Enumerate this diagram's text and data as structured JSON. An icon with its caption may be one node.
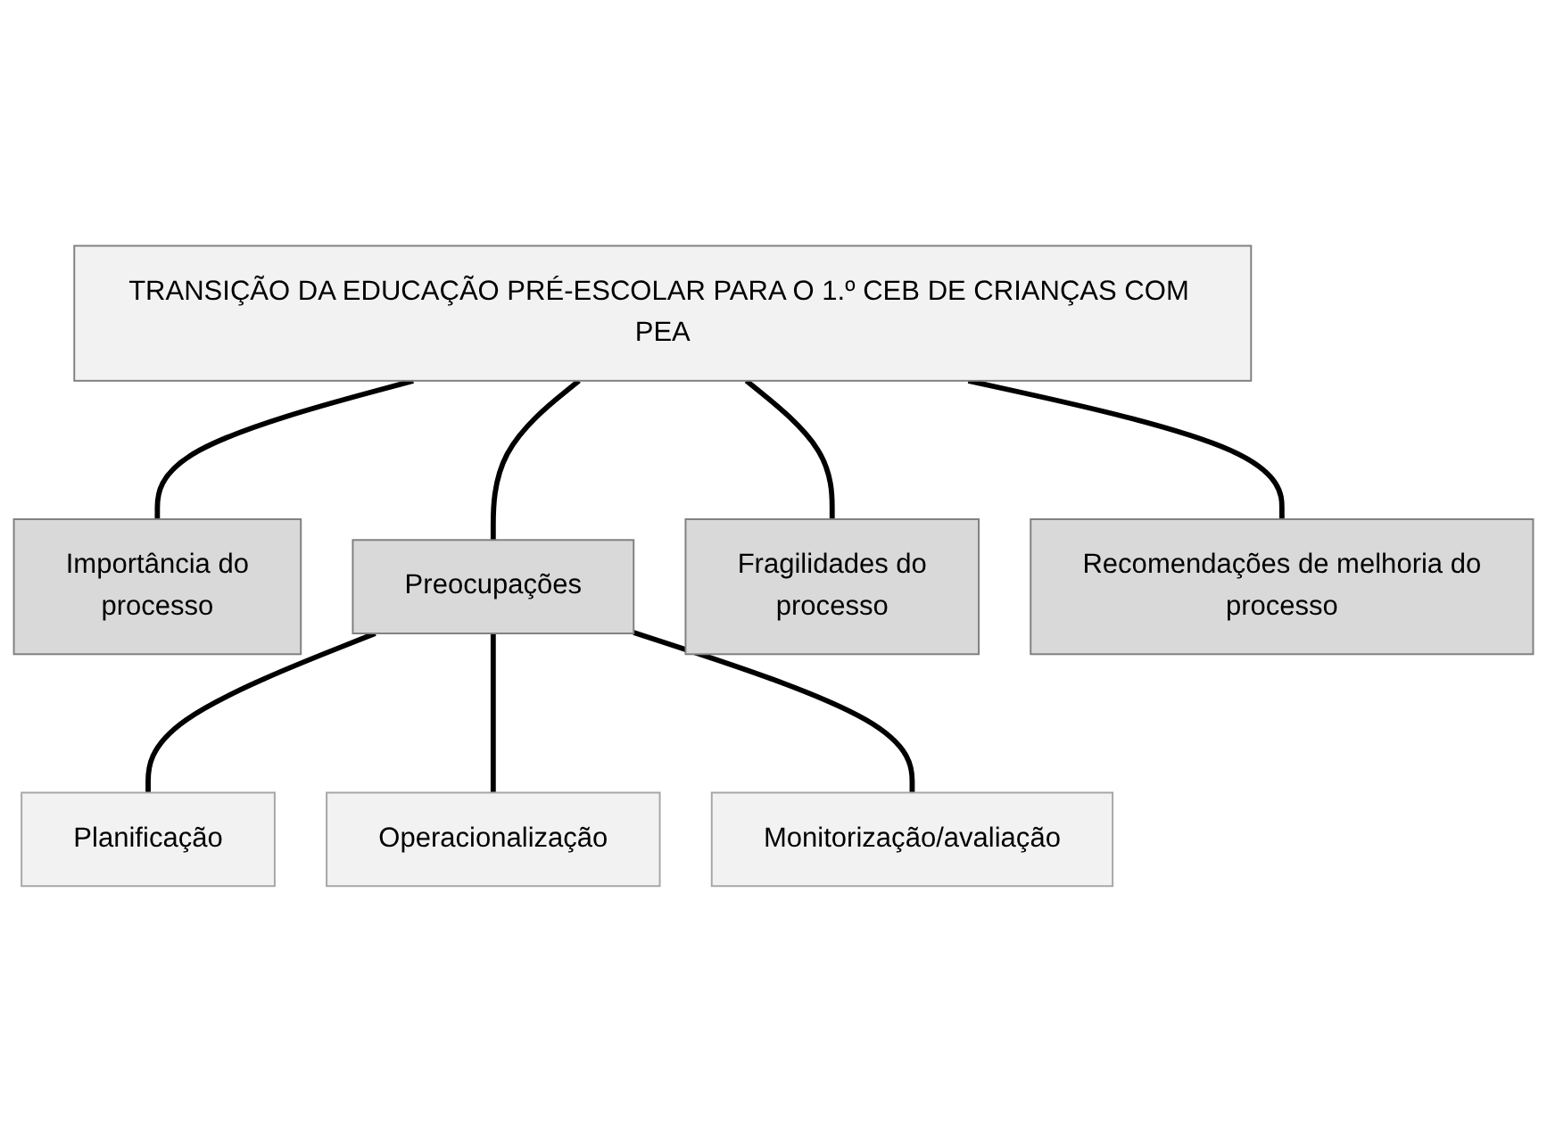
{
  "diagram": {
    "nodes": [
      {
        "text": [
          "TRANSIÇÃO DA EDUCAÇÃO PRÉ-ESCOLAR PARA O 1.º CEB DE CRIANÇAS COM PEA"
        ]
      },
      {
        "text": [
          "Importância do processo"
        ]
      },
      {
        "text": [
          "Preocupações"
        ]
      },
      {
        "text": [
          "Fragilidades do processo"
        ]
      },
      {
        "text": [
          "Recomendações de melhoria do processo"
        ]
      },
      {
        "text": [
          "Planificação"
        ]
      },
      {
        "text": [
          "Operacionalização"
        ]
      },
      {
        "text": [
          "Monitorização/avaliação"
        ]
      }
    ],
    "edges": [
      {
        "from": 0,
        "to": 1,
        "arrow": "none"
      },
      {
        "from": 0,
        "to": 2,
        "arrow": "none"
      },
      {
        "from": 0,
        "to": 3,
        "arrow": "none"
      },
      {
        "from": 0,
        "to": 4,
        "arrow": "none"
      },
      {
        "from": 2,
        "to": 5,
        "arrow": "none"
      },
      {
        "from": 2,
        "to": 6,
        "arrow": "none"
      },
      {
        "from": 2,
        "to": 7,
        "arrow": "none"
      }
    ]
  }
}
